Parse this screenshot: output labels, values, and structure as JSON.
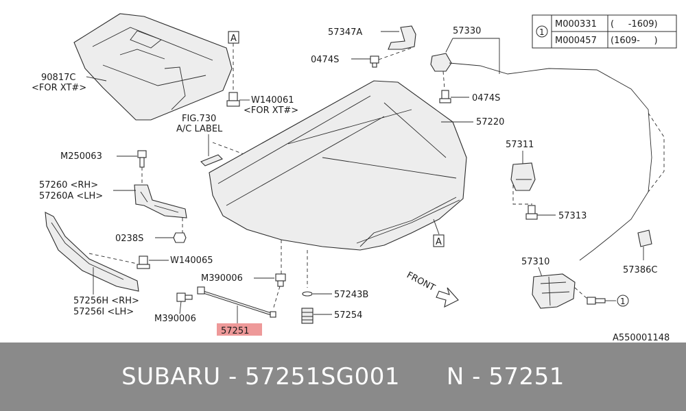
{
  "labels": {
    "p90817c": "90817C",
    "p90817c_note": "<FOR XT#>",
    "w140061": "W140061",
    "w140061_note": "<FOR XT#>",
    "fig730": "FIG.730",
    "ac_label": "A/C LABEL",
    "m250063": "M250063",
    "p57260": "57260  <RH>",
    "p57260a": "57260A <LH>",
    "p0238s": "0238S",
    "w140065": "W140065",
    "m390006_top": "M390006",
    "m390006_bottom": "M390006",
    "p57256h": "57256H <RH>",
    "p57256i": "57256I  <LH>",
    "p57251": "57251",
    "p57347a": "57347A",
    "p0474s_top": "0474S",
    "p0474s_mid": "0474S",
    "p57330": "57330",
    "p57220": "57220",
    "p57311": "57311",
    "p57313": "57313",
    "p57310": "57310",
    "p57386c": "57386C",
    "p57243b": "57243B",
    "p57254": "57254",
    "front": "FRONT",
    "ref_a_top": "A",
    "ref_a_hood": "A",
    "circle_ref": "1",
    "image_id": "A550001148"
  },
  "legend": {
    "circle": "1",
    "rows": [
      {
        "code": "M000331",
        "range": "(     -1609)"
      },
      {
        "code": "M000457",
        "range": "(1609-     )"
      }
    ]
  },
  "footer": {
    "text": "SUBARU - 57251SG001      N - 57251"
  },
  "colors": {
    "highlight": "#ee9999",
    "footer_bg": "#8a8a8a",
    "part_fill": "#ededed"
  }
}
